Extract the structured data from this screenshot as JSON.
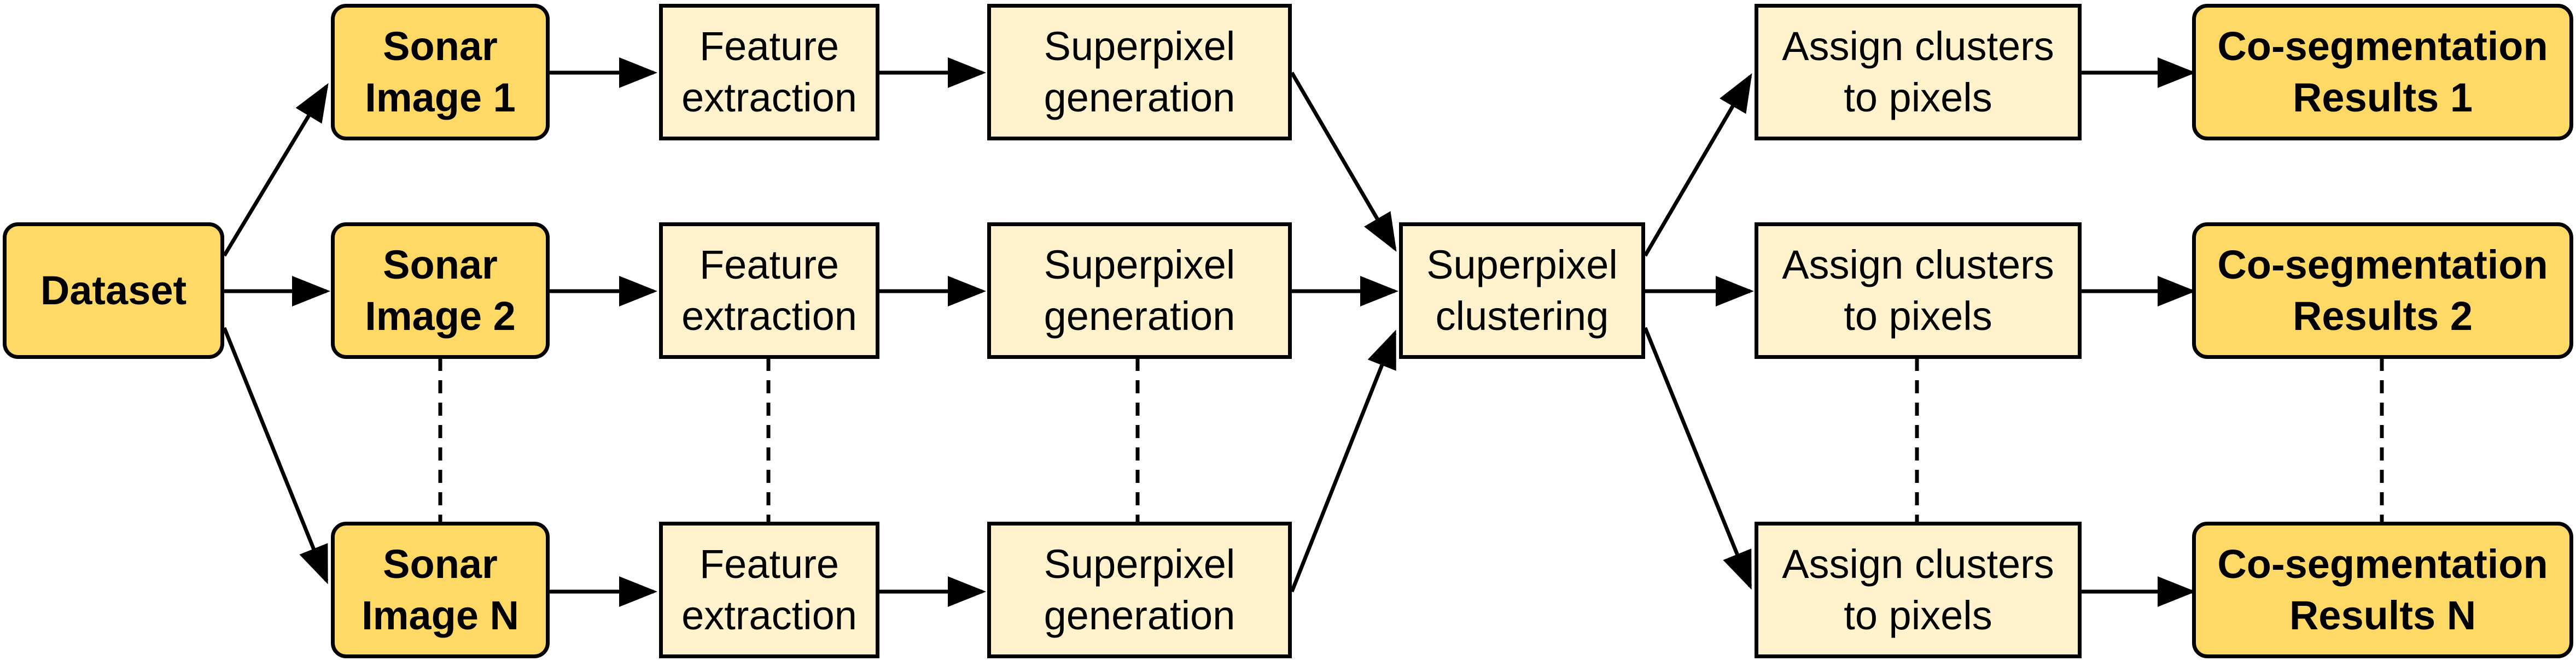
{
  "colors": {
    "primary_node_fill": "#ffd966",
    "process_node_fill": "#fff2cc",
    "stroke": "#000000"
  },
  "nodes": {
    "dataset": [
      "Dataset"
    ],
    "sonar_1": [
      "Sonar",
      "Image 1"
    ],
    "sonar_2": [
      "Sonar",
      "Image 2"
    ],
    "sonar_n": [
      "Sonar",
      "Image N"
    ],
    "feature_1": [
      "Feature",
      "extraction"
    ],
    "feature_2": [
      "Feature",
      "extraction"
    ],
    "feature_n": [
      "Feature",
      "extraction"
    ],
    "superpixel_gen_1": [
      "Superpixel",
      "generation"
    ],
    "superpixel_gen_2": [
      "Superpixel",
      "generation"
    ],
    "superpixel_gen_n": [
      "Superpixel",
      "generation"
    ],
    "clustering": [
      "Superpixel",
      "clustering"
    ],
    "assign_1": [
      "Assign clusters",
      "to pixels"
    ],
    "assign_2": [
      "Assign clusters",
      "to pixels"
    ],
    "assign_n": [
      "Assign clusters",
      "to pixels"
    ],
    "result_1": [
      "Co-segmentation",
      "Results 1"
    ],
    "result_2": [
      "Co-segmentation",
      "Results 2"
    ],
    "result_n": [
      "Co-segmentation",
      "Results N"
    ]
  },
  "edges": [
    [
      "dataset",
      "sonar_1"
    ],
    [
      "dataset",
      "sonar_2"
    ],
    [
      "dataset",
      "sonar_n"
    ],
    [
      "sonar_1",
      "feature_1"
    ],
    [
      "sonar_2",
      "feature_2"
    ],
    [
      "sonar_n",
      "feature_n"
    ],
    [
      "feature_1",
      "superpixel_gen_1"
    ],
    [
      "feature_2",
      "superpixel_gen_2"
    ],
    [
      "feature_n",
      "superpixel_gen_n"
    ],
    [
      "superpixel_gen_1",
      "clustering"
    ],
    [
      "superpixel_gen_2",
      "clustering"
    ],
    [
      "superpixel_gen_n",
      "clustering"
    ],
    [
      "clustering",
      "assign_1"
    ],
    [
      "clustering",
      "assign_2"
    ],
    [
      "clustering",
      "assign_n"
    ],
    [
      "assign_1",
      "result_1"
    ],
    [
      "assign_2",
      "result_2"
    ],
    [
      "assign_n",
      "result_n"
    ]
  ],
  "continuation_links": [
    [
      "sonar_2",
      "sonar_n"
    ],
    [
      "feature_2",
      "feature_n"
    ],
    [
      "superpixel_gen_2",
      "superpixel_gen_n"
    ],
    [
      "assign_2",
      "assign_n"
    ],
    [
      "result_2",
      "result_n"
    ]
  ]
}
